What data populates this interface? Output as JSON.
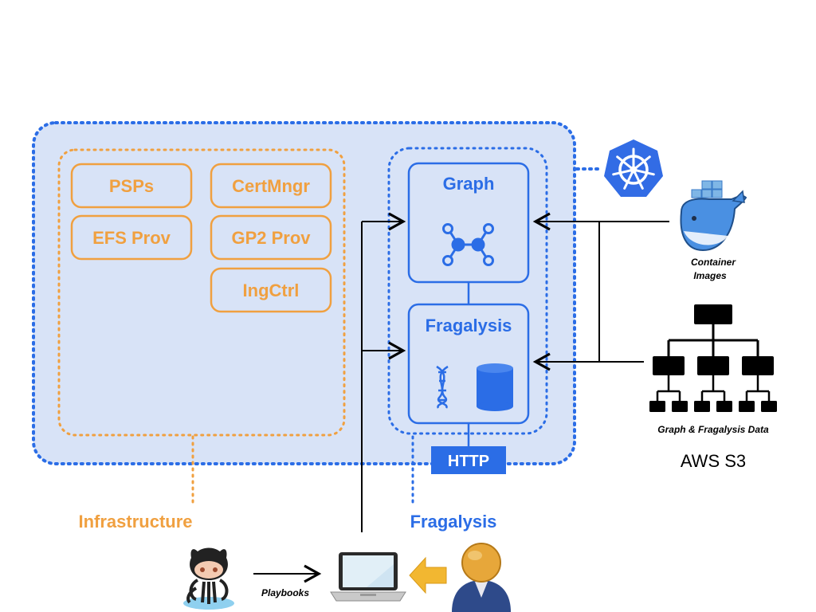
{
  "infrastructure": {
    "title": "Infrastructure",
    "components": [
      "PSPs",
      "CertMngr",
      "EFS Prov",
      "GP2 Prov",
      "IngCtrl"
    ]
  },
  "fragalysis_stack": {
    "title": "Fragalysis",
    "graph_label": "Graph",
    "fragalysis_label": "Fragalysis",
    "http_label": "HTTP"
  },
  "external": {
    "container_images": [
      "Container",
      "Images"
    ],
    "s3_data_label": "Graph & Fragalysis Data",
    "s3_label": "AWS S3",
    "playbooks_label": "Playbooks"
  },
  "icons": {
    "kubernetes": "kubernetes-icon",
    "docker": "docker-whale-icon",
    "github": "github-octocat-icon",
    "laptop": "laptop-icon",
    "user": "user-icon",
    "graph": "graph-network-icon",
    "dna": "dna-icon",
    "database": "database-icon",
    "hierarchy": "hierarchy-tree-icon"
  },
  "colors": {
    "cluster_fill": "#d8e3f7",
    "cluster_border": "#2b6de6",
    "infra_orange": "#f0a040",
    "stack_blue": "#2b6de6",
    "k8s_blue": "#326ce5"
  }
}
